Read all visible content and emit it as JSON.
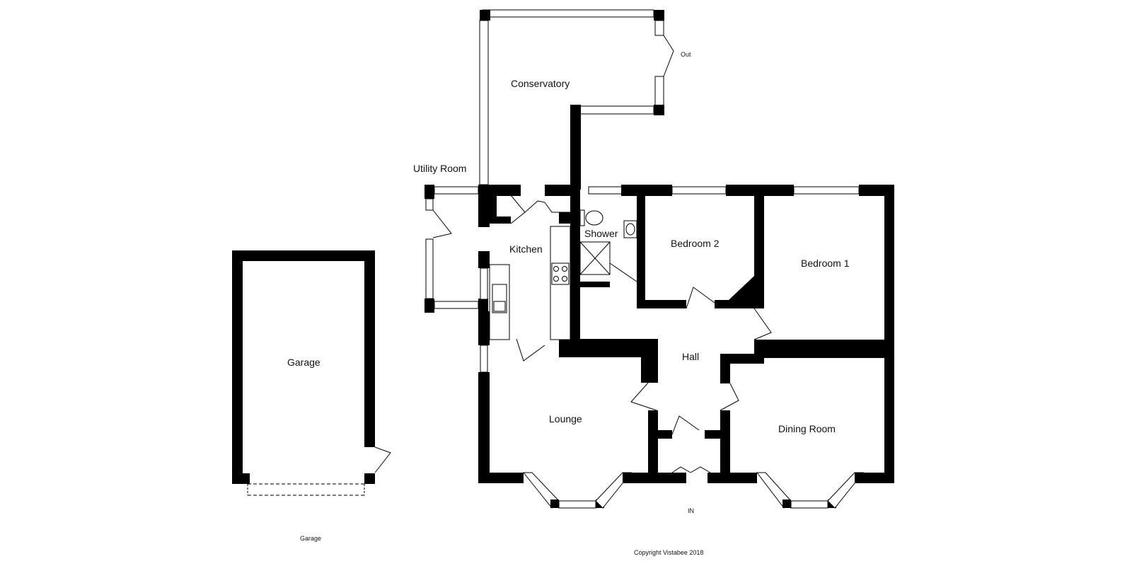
{
  "rooms": {
    "conservatory": "Conservatory",
    "utility_room": "Utility Room",
    "kitchen": "Kitchen",
    "shower": "Shower",
    "bedroom_2": "Bedroom 2",
    "bedroom_1": "Bedroom 1",
    "hall": "Hall",
    "lounge": "Lounge",
    "dining_room": "Dining Room",
    "garage": "Garage"
  },
  "labels": {
    "out": "Out",
    "in": "IN",
    "garage_caption": "Garage",
    "copyright": "Copyright Vistabee 2018"
  },
  "colors": {
    "wall": "#000000",
    "background": "#ffffff"
  }
}
